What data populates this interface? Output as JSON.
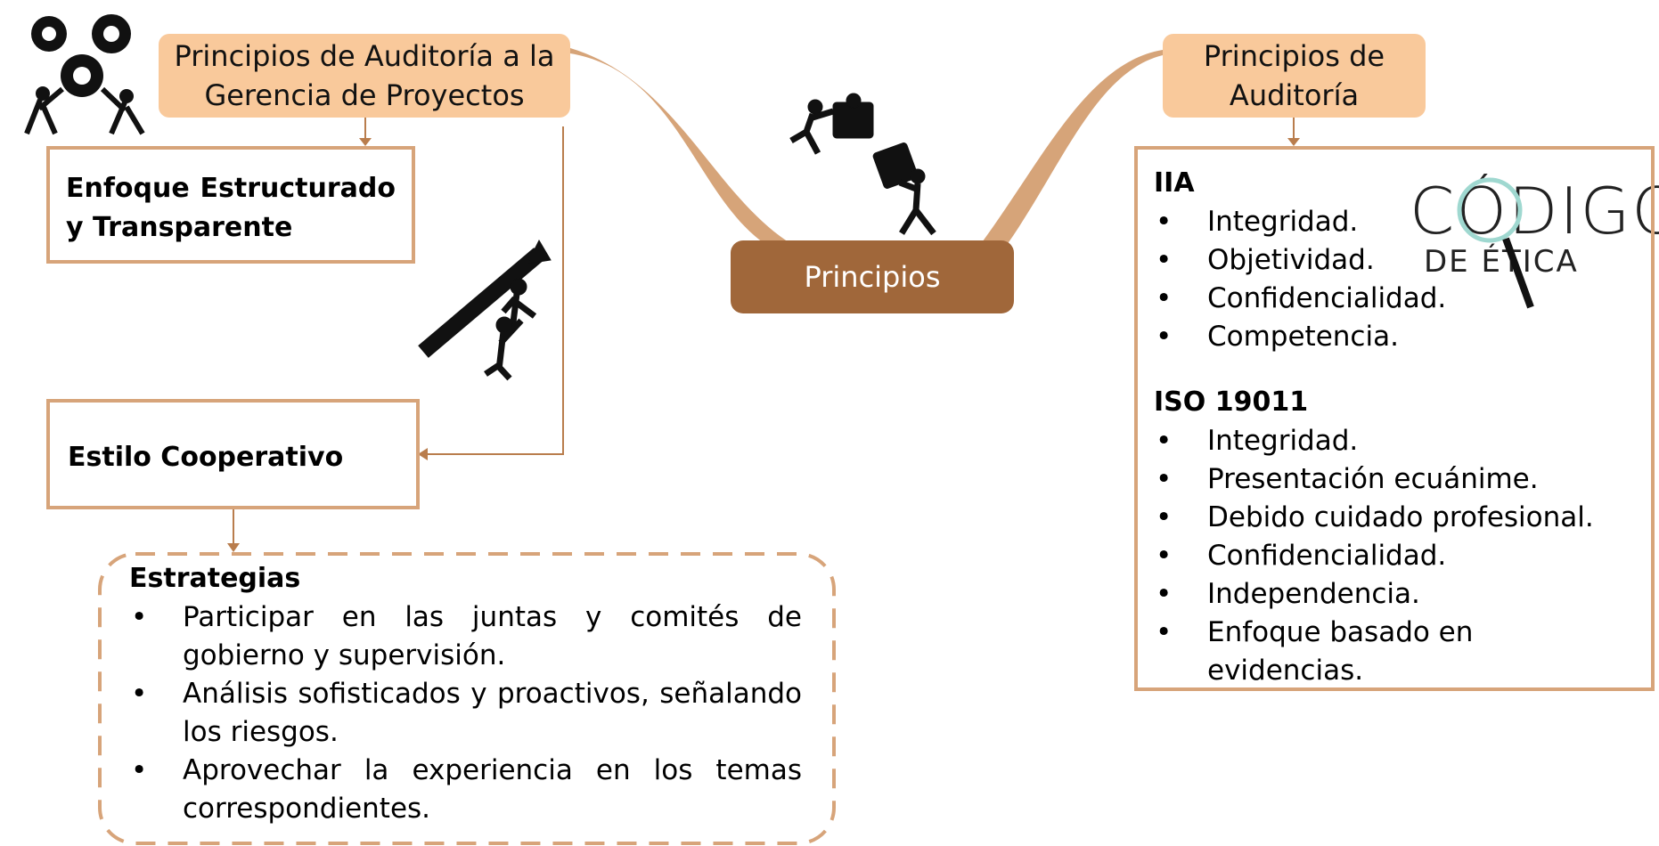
{
  "left_title": "Principios de Auditoría a la Gerencia de Proyectos",
  "enfoque": "Enfoque Estructurado y Transparente",
  "estilo": "Estilo Cooperativo",
  "estrategias": {
    "heading": "Estrategias",
    "items": [
      "Participar en las juntas y comités de gobierno y supervisión.",
      "Análisis sofisticados y proactivos, señalando los riesgos.",
      "Aprovechar la experiencia en los temas correspondientes."
    ]
  },
  "center": "Principios",
  "right_title": "Principios de Auditoría",
  "iia": {
    "heading": "IIA",
    "items": [
      "Integridad.",
      "Objetividad.",
      "Confidencialidad.",
      "Competencia."
    ]
  },
  "iso": {
    "heading": "ISO 19011",
    "items": [
      "Integridad.",
      "Presentación ecuánime.",
      "Debido cuidado profesional.",
      "Confidencialidad.",
      "Independencia.",
      "Enfoque basado en evidencias."
    ]
  },
  "logo": {
    "line1": "CÓDIGO",
    "line2": "DE ÉTICA"
  },
  "colors": {
    "peach": "#f9c99b",
    "brown": "#a0673a",
    "border": "#d7a47a",
    "connector": "#b97d4d"
  }
}
